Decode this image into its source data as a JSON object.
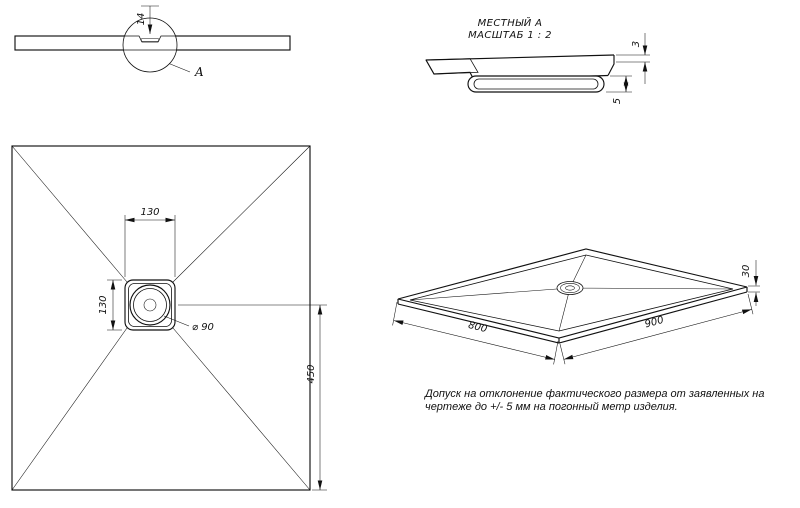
{
  "colors": {
    "background": "#ffffff",
    "line": "#111111"
  },
  "section_view": {
    "dim_thickness": "14",
    "detail_marker": "A"
  },
  "detail_view": {
    "title": "МЕСТНЫЙ А",
    "scale": "МАСШТАБ 1 : 2",
    "dim_3": "3",
    "dim_5": "5"
  },
  "plan_view": {
    "dim_width": "130",
    "dim_height": "130",
    "dim_drain_diameter": "⌀ 90",
    "dim_to_edge": "450"
  },
  "iso_view": {
    "dim_depth": "800",
    "dim_width": "900",
    "dim_height": "30"
  },
  "note": {
    "line1": "Допуск на отклонение фактического размера от заявленных на",
    "line2": "чертеже до +/- 5 мм на погонный метр изделия."
  }
}
